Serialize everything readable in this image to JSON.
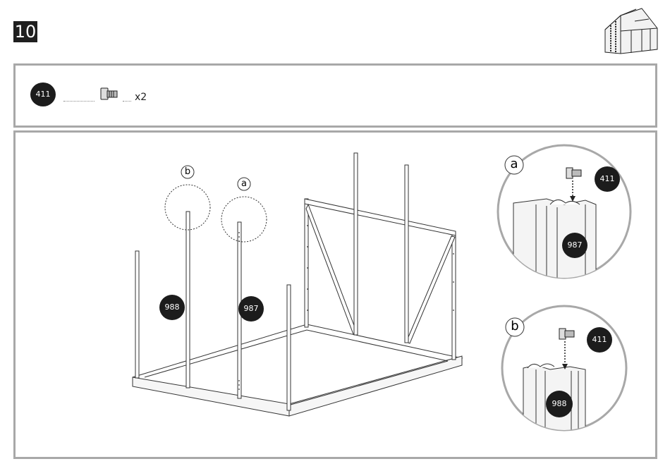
{
  "step": {
    "number": "10"
  },
  "parts": {
    "items": [
      {
        "code": "411",
        "quantity": "x2",
        "icon": "bolt-icon"
      }
    ]
  },
  "assembly": {
    "callouts": [
      "b",
      "a"
    ],
    "posts": [
      {
        "code": "988"
      },
      {
        "code": "987"
      }
    ]
  },
  "details": {
    "a": {
      "letter": "a",
      "bolt_code": "411",
      "post_code": "987"
    },
    "b": {
      "letter": "b",
      "bolt_code": "411",
      "post_code": "988"
    }
  },
  "colors": {
    "badge": "#1c1c1c",
    "frame": "#a8a8a8",
    "line": "#333333"
  }
}
